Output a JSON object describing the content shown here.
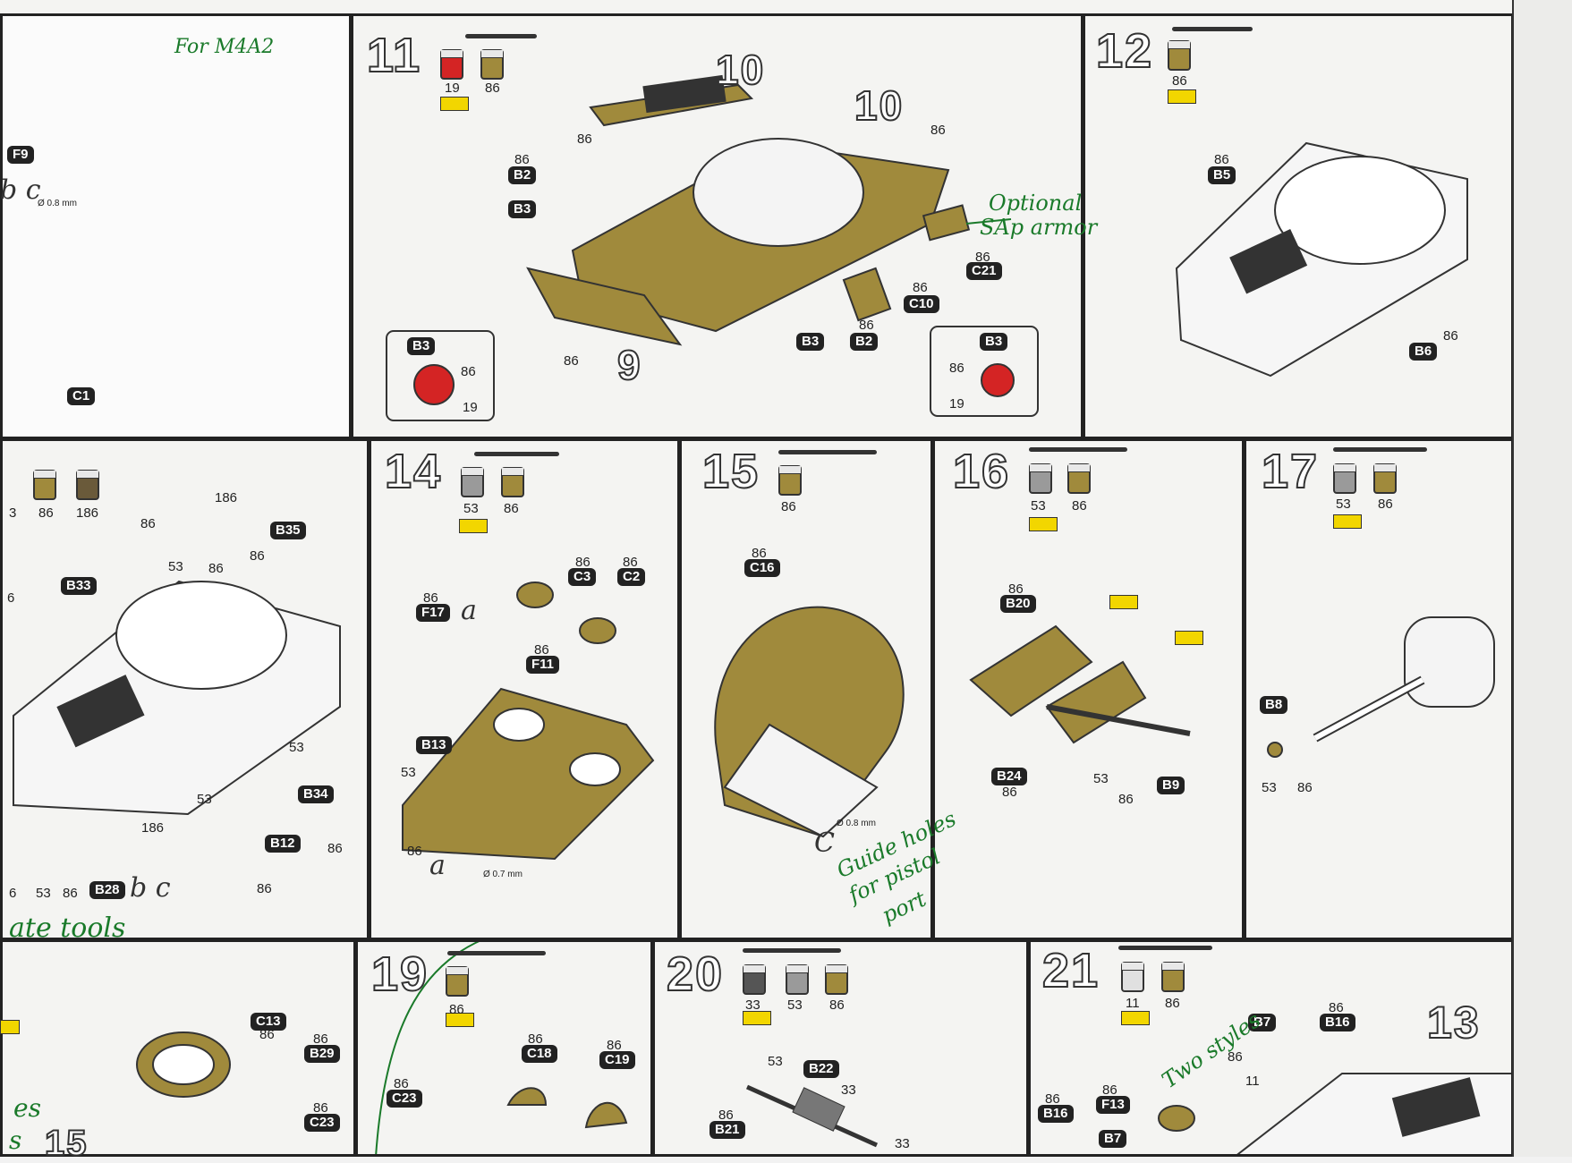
{
  "steps": {
    "s11": "11",
    "s12": "12",
    "s14": "14",
    "s15": "15",
    "s16": "16",
    "s17": "17",
    "s19": "19",
    "s20": "20",
    "s21": "21",
    "s10a": "10",
    "s10b": "10",
    "s9": "9",
    "s13": "13",
    "s15b": "15"
  },
  "parts": {
    "F9": "F9",
    "C1": "C1",
    "B2": "B2",
    "B3": "B3",
    "C10": "C10",
    "C21": "C21",
    "B5": "B5",
    "B6": "B6",
    "B33": "B33",
    "B35": "B35",
    "B34": "B34",
    "B12": "B12",
    "B28": "B28",
    "F17": "F17",
    "C3": "C3",
    "C2": "C2",
    "F11": "F11",
    "B13": "B13",
    "C16": "C16",
    "B20": "B20",
    "B24": "B24",
    "B9": "B9",
    "B8": "B8",
    "C13": "C13",
    "B29": "B29",
    "C23": "C23",
    "C18": "C18",
    "C19": "C19",
    "B22": "B22",
    "B21": "B21",
    "B7": "B7",
    "B16": "B16",
    "F13": "F13"
  },
  "nums": {
    "n86": "86",
    "n19": "19",
    "n53": "53",
    "n186": "186",
    "n11": "11",
    "n33": "33",
    "n3": "3",
    "n6": "6"
  },
  "drill": {
    "d08": "Ø 0.8 mm",
    "d07": "Ø 0.7 mm"
  },
  "letters": {
    "bc": "b c",
    "a": "a",
    "c": "c",
    "C": "C"
  },
  "handwritten": {
    "for_m4a2": "For M4A2",
    "optional": "Optional",
    "sap_armor": "SAp armor",
    "guide_holes": "Guide holes",
    "for_pistol": "for pistol",
    "port": "port",
    "two_styles": "Two styles",
    "plate_tools": "ate tools",
    "es": "es",
    "s": "s"
  },
  "colors": {
    "olive": "#a08a3c",
    "red": "#d42424",
    "gray": "#9a9a9a",
    "white": "#e0e0e0",
    "dark": "#555555",
    "glue": "#f2d600",
    "ink": "#1a7a2a"
  }
}
